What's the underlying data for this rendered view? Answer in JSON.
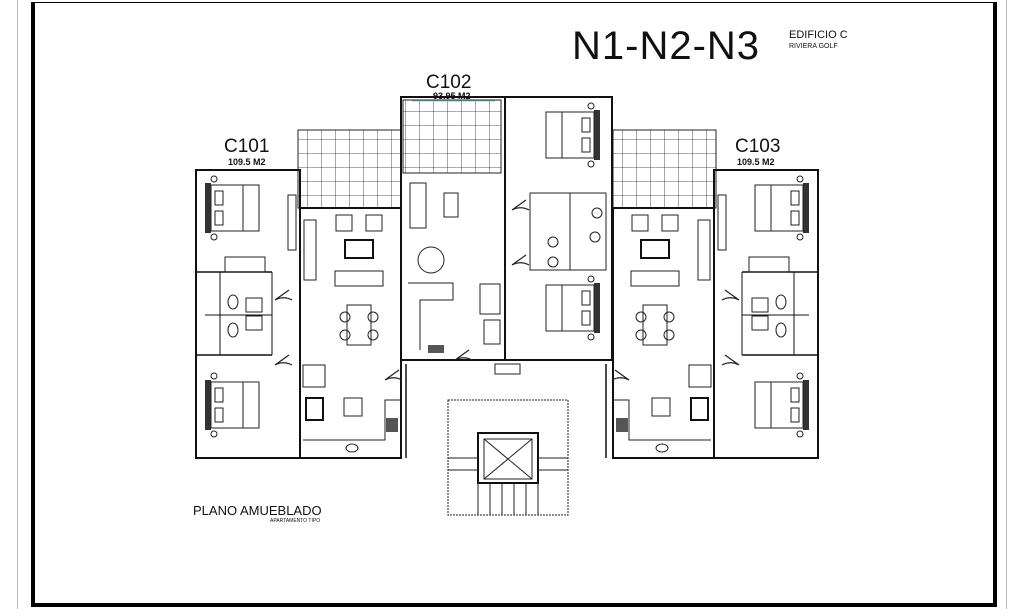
{
  "header": {
    "title": "N1-N2-N3",
    "building": "EDIFICIO C",
    "project": "RIVIERA GOLF"
  },
  "units": [
    {
      "name": "C101",
      "area": "109.5 M2"
    },
    {
      "name": "C102",
      "area": "93.95 M2"
    },
    {
      "name": "C103",
      "area": "109.5 M2"
    }
  ],
  "footer": {
    "plan_title": "PLANO AMUEBLADO",
    "plan_subtitle": "APARTAMENTO TIPO"
  }
}
